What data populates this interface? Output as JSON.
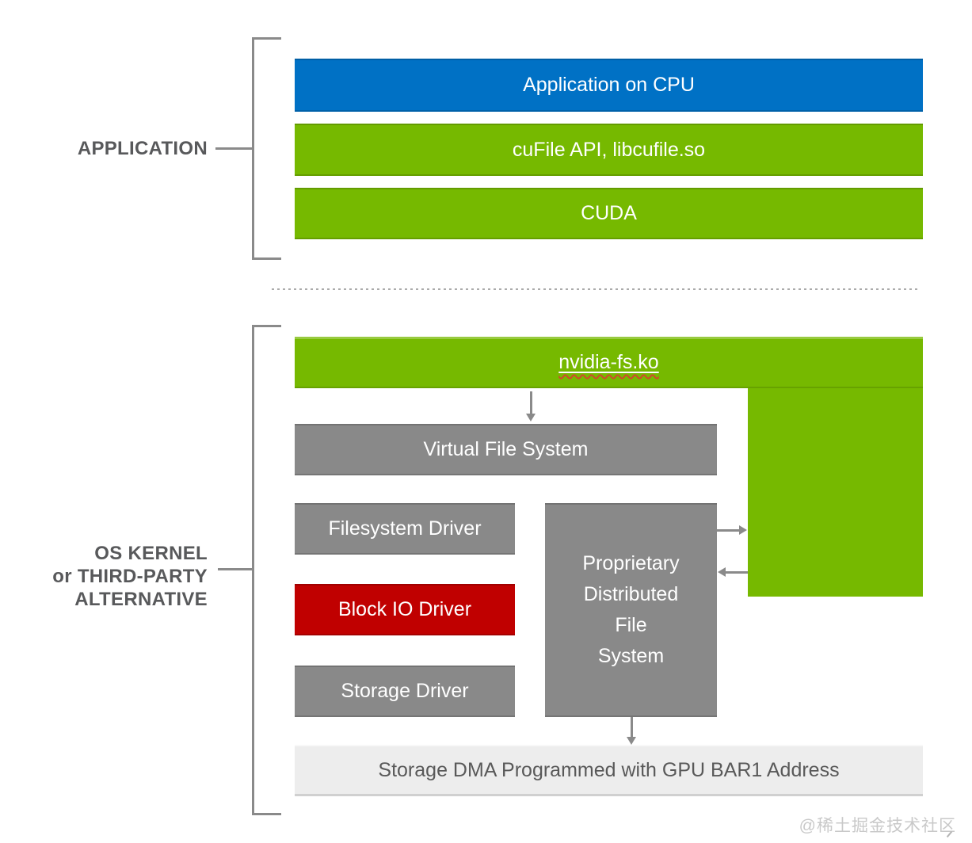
{
  "colors": {
    "nvidia_green": "#76b900",
    "cpu_blue": "#0071c5",
    "gray_box": "#898989",
    "block_io_red": "#c00000",
    "dma_light_gray": "#ededed",
    "line_gray": "#8a8a8a",
    "label_text": "#58595b",
    "squiggle_red": "#d04a2a",
    "watermark_gray": "#c9c9c9"
  },
  "application_section": {
    "bracket_label": "APPLICATION",
    "boxes": [
      {
        "label": "Application on CPU"
      },
      {
        "label": "cuFile API, libcufile.so"
      },
      {
        "label": "CUDA"
      }
    ]
  },
  "kernel_section": {
    "bracket_label_lines": [
      "OS KERNEL",
      "or THIRD-PARTY",
      "ALTERNATIVE"
    ],
    "nvidia_fs": {
      "label": "nvidia-fs.ko"
    },
    "virtual_file_system": {
      "label": "Virtual File System"
    },
    "filesystem_driver": {
      "label": "Filesystem Driver"
    },
    "block_io_driver": {
      "label": "Block IO Driver"
    },
    "storage_driver": {
      "label": "Storage Driver"
    },
    "proprietary_dfs": {
      "label": "Proprietary Distributed File System",
      "label_lines": [
        "Proprietary",
        "Distributed",
        "File",
        "System"
      ]
    },
    "storage_dma": {
      "label": "Storage DMA Programmed with GPU BAR1 Address"
    }
  },
  "watermark": {
    "text": "@稀土掘金技术社区"
  }
}
